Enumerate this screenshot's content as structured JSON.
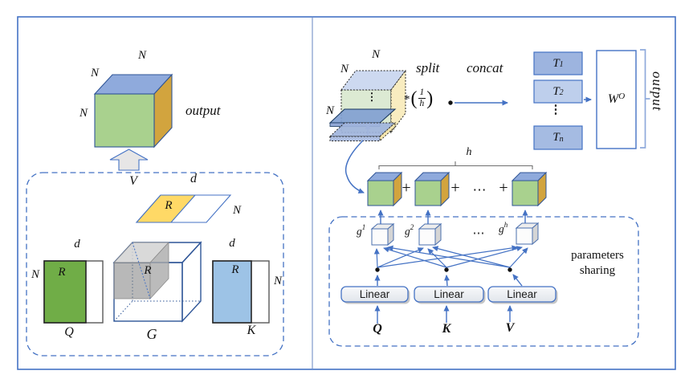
{
  "figure": {
    "left_panel": {
      "output_cube": {
        "label_top": "N",
        "label_back": "N",
        "label_side": "N",
        "caption": "output"
      },
      "factor_box": {
        "v_matrix": {
          "name": "V",
          "dim": "d",
          "rows": "N",
          "core": "R"
        },
        "q_matrix": {
          "name": "Q",
          "dim": "d",
          "rows": "N",
          "core": "R"
        },
        "core_tensor": {
          "name": "G",
          "core": "R"
        },
        "k_matrix": {
          "name": "K",
          "dim": "d",
          "rows": "N",
          "core": "R"
        }
      }
    },
    "right_panel": {
      "split_cube": {
        "label_top": "N",
        "label_back": "N",
        "label_side": "N",
        "dots": "⋮"
      },
      "split_label": "split",
      "concat_label": "concat",
      "scale": {
        "times": "*",
        "open": "(",
        "num": "1",
        "den": "h",
        "close": ")"
      },
      "heads_sum": {
        "brace_label": "h",
        "plus": "+",
        "dots": "⋯"
      },
      "t_stack": {
        "items": [
          {
            "base": "T",
            "sub": "1"
          },
          {
            "base": "T",
            "sub": "2"
          },
          {
            "base": "T",
            "sub": "n"
          }
        ],
        "dots": "⋮"
      },
      "w_o": {
        "base": "W",
        "sup": "O"
      },
      "output_label": "output",
      "sharing_box": {
        "g_heads": [
          {
            "base": "g",
            "sup": "1"
          },
          {
            "base": "g",
            "sup": "2"
          },
          {
            "base": "g",
            "sup": "h"
          }
        ],
        "dots": "⋯",
        "linear_label": "Linear",
        "inputs": [
          "Q",
          "K",
          "V"
        ],
        "note_line1": "parameters",
        "note_line2": "sharing"
      }
    },
    "colors": {
      "accent_blue": "#4472C4",
      "cube_front_green": "#A9D18E",
      "cube_top_blue": "#8FAADC",
      "cube_side_gold": "#D2A43E",
      "q_green": "#70AD47",
      "k_blue": "#9DC3E6",
      "v_yellow": "#FFD966"
    }
  }
}
